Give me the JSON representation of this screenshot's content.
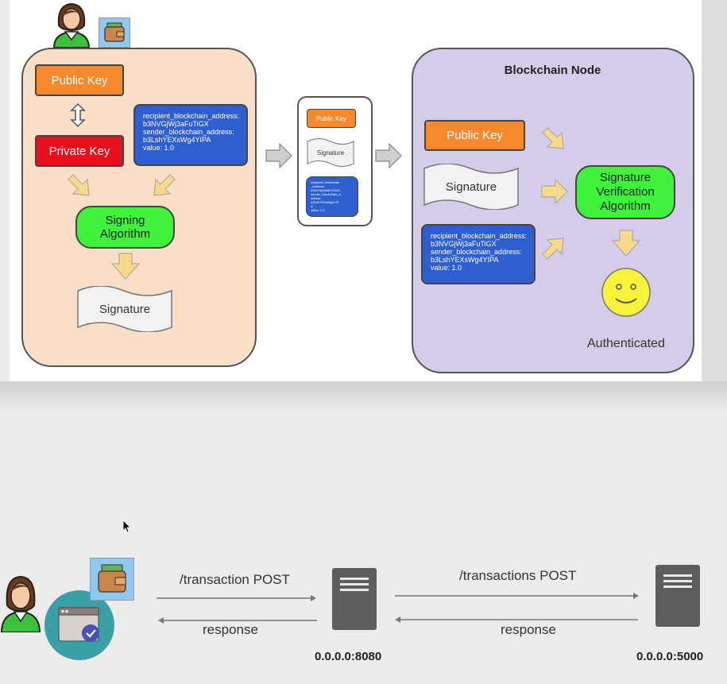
{
  "slide": {
    "sender": {
      "public_key": "Public Key",
      "private_key": "Private Key",
      "transaction_text": "recipient_blockchain_address:\nb3NVGjWj3aFuTiGX\nsender_blockchain_address:\nb3LshYEXsWg4YIPA\nvalue: 1.0",
      "signing_algorithm": "Signing\nAlgorithm",
      "signature": "Signature"
    },
    "middle": {
      "public_key": "Public Key",
      "signature": "Signature",
      "transaction_text": "recipient_blockchain\n_address:\nb3NVGjWj3aFuTiGX\nsender_blockchain_a\nddress:\nb3LshYEXsWg4YIP\nA\nvalue: 1.0"
    },
    "node": {
      "title": "Blockchain Node",
      "public_key": "Public Key",
      "signature": "Signature",
      "verification": "Signature\nVerification\nAlgorithm",
      "transaction_text": "recipient_blockchain_address:\nb3NVGjWj3aFuTiGX\nsender_blockchain_address:\nb3LshYEXsWg4YIPA\nvalue: 1.0",
      "authenticated": "Authenticated"
    }
  },
  "flow": {
    "request1": "/transaction POST",
    "response1": "response",
    "server1_address": "0.0.0.0:8080",
    "request2": "/transactions POST",
    "response2": "response",
    "server2_address": "0.0.0.0:5000"
  },
  "icons": {
    "user": "user-avatar-icon",
    "wallet": "wallet-icon",
    "browser": "browser-verified-icon",
    "server": "server-icon",
    "cursor": "mouse-cursor-icon"
  },
  "colors": {
    "sender_panel": "#f9dfc8",
    "node_panel": "#d4cce8",
    "public_key": "#f6892e",
    "private_key": "#e8101c",
    "algorithm": "#3ff23c",
    "transaction": "#2f5fcf",
    "flow_arrow": "#f9da8a"
  }
}
